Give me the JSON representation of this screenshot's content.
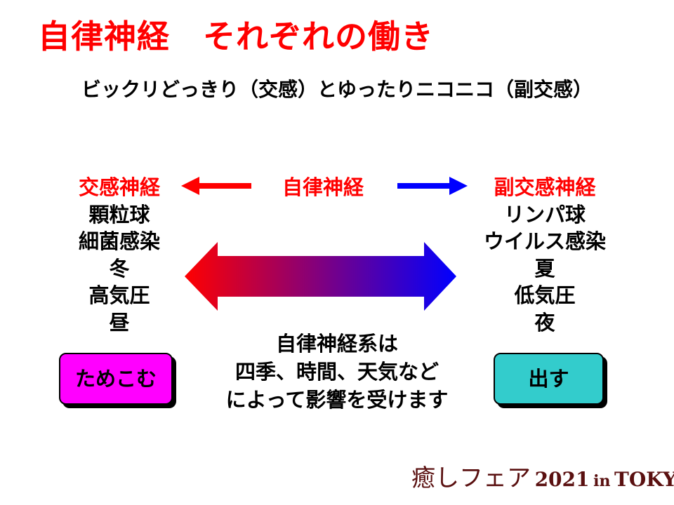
{
  "title": "自律神経　それぞれの働き",
  "subtitle": "ビックリどっきり（交感）とゆったりニコニコ（副交感）",
  "center_label": "自律神経",
  "left": {
    "heading": "交感神経",
    "items": [
      "顆粒球",
      "細菌感染",
      "冬",
      "高気圧",
      "昼"
    ]
  },
  "right": {
    "heading": "副交感神経",
    "items": [
      "リンパ球",
      "ウイルス感染",
      "夏",
      "低気圧",
      "夜"
    ]
  },
  "center_note": [
    "自律神経系は",
    "四季、時間、天気など",
    "によって影響を受けます"
  ],
  "buttons": {
    "left": "ためこむ",
    "right": "出す"
  },
  "footer": {
    "a": "癒しフェア",
    "b": "2021",
    "c": "in",
    "d": "TOKYO"
  },
  "colors": {
    "title": "#ff0000",
    "sympathetic_arrow": "#ff0000",
    "parasympathetic_arrow": "#0000ff",
    "gradient_start": "#ff0000",
    "gradient_end": "#0000ff",
    "left_button": "#ff00ff",
    "right_button": "#33cccc"
  }
}
